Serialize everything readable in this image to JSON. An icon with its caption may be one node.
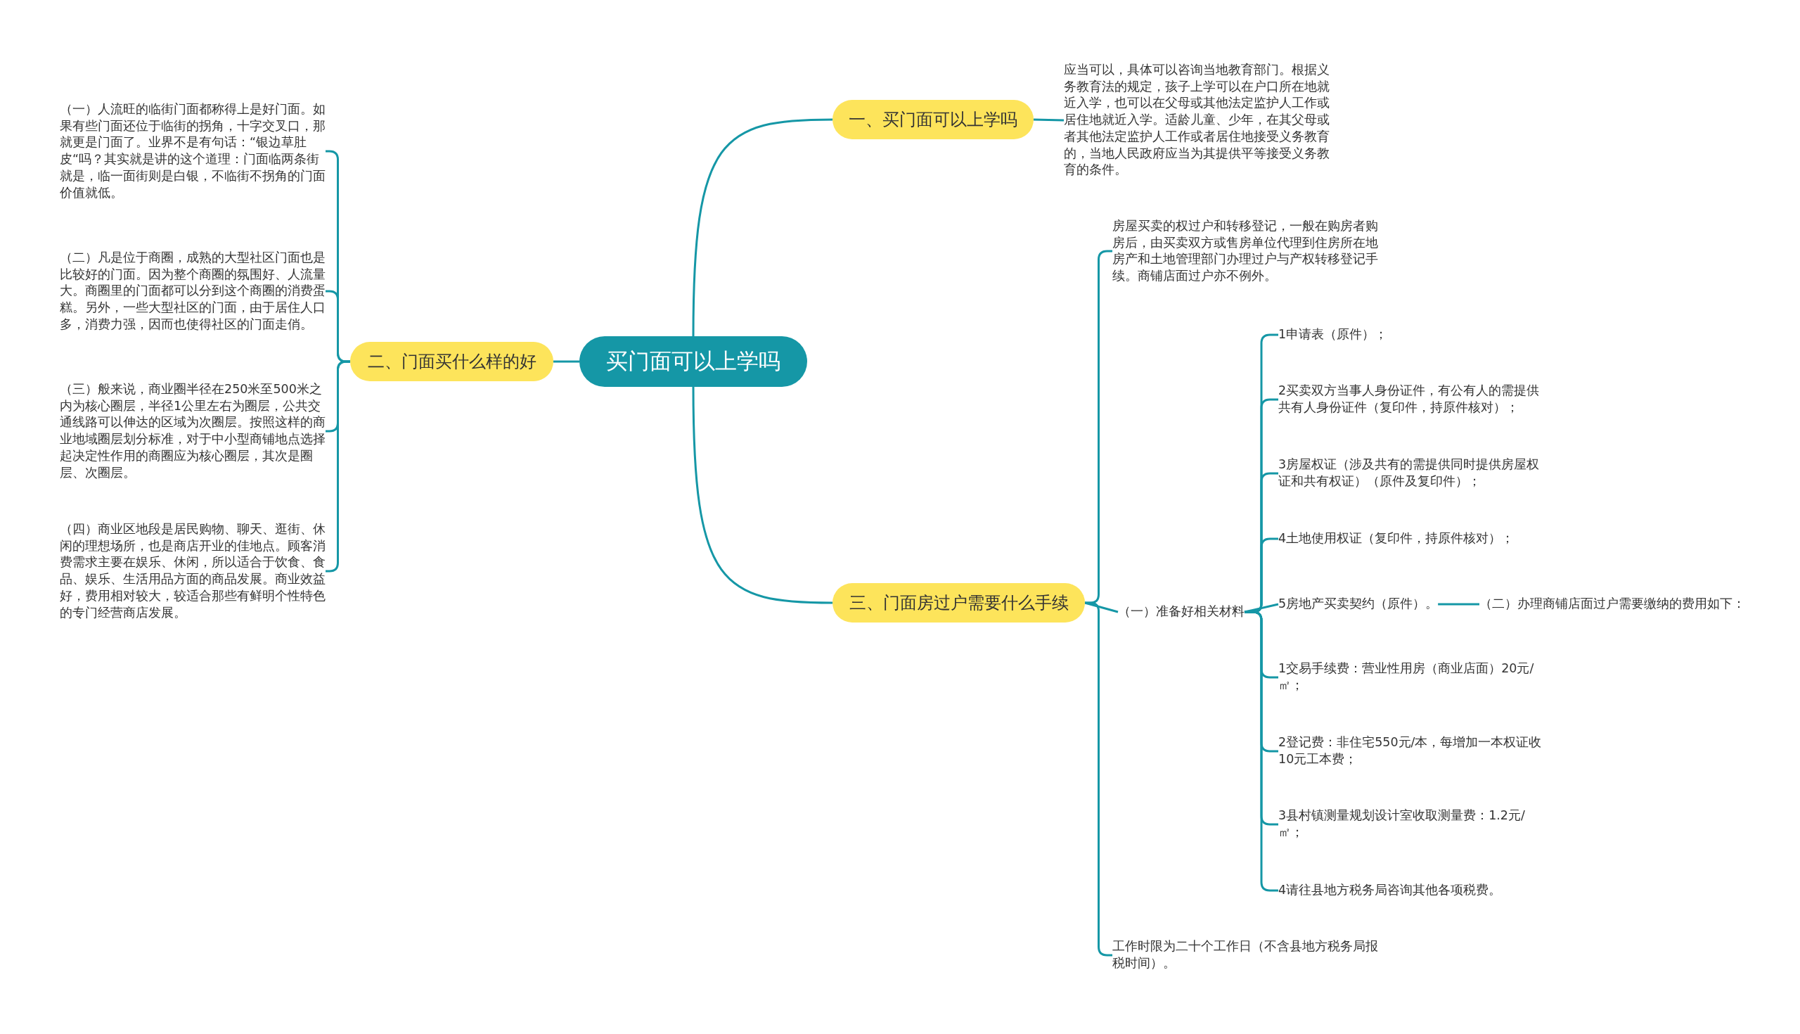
{
  "diagram": {
    "nodes": [
      {
        "text": [
          "买门面可以上学吗"
        ]
      },
      {
        "text": [
          "一、买门面可以上学吗"
        ]
      },
      {
        "text": [
          "应当可以，具体可以咨询当地教育部门。根据义务教育法的规定，孩子上学可以在户口所在地就近入学，也可以在父母或其他法定监护人工作或居住地就近入学。适龄儿童、少年，在其父母或者其他法定监护人工作或者居住地接受义务教育的，当地人民政府应当为其提供平等接受义务教育的条件。"
        ]
      },
      {
        "text": [
          "二、门面买什么样的好"
        ]
      },
      {
        "text": [
          "（一）人流旺的临街门面都称得上是好门面。如果有些门面还位于临街的拐角，十字交叉口，那就更是门面了。业界不是有句话：“银边草肚皮“吗？其实就是讲的这个道理：门面临两条街就是，临一面街则是白银，不临街不拐角的门面价值就低。"
        ]
      },
      {
        "text": [
          "（二）凡是位于商圈，成熟的大型社区门面也是比较好的门面。因为整个商圈的氛围好、人流量大。商圈里的门面都可以分到这个商圈的消费蛋糕。另外，一些大型社区的门面，由于居住人口多，消费力强，因而也使得社区的门面走俏。"
        ]
      },
      {
        "text": [
          "（三）般来说，商业圈半径在250米至500米之内为核心圈层，半径1公里左右为圈层，公共交通线路可以伸达的区域为次圈层。按照这样的商业地域圈层划分标准，对于中小型商铺地点选择起决定性作用的商圈应为核心圈层，其次是圈层、次圈层。"
        ]
      },
      {
        "text": [
          "（四）商业区地段是居民购物、聊天、逛街、休闲的理想场所，也是商店开业的佳地点。顾客消费需求主要在娱乐、休闲，所以适合于饮食、食品、娱乐、生活用品方面的商品发展。商业效益好，费用相对较大，较适合那些有鲜明个性特色的专门经营商店发展。"
        ]
      },
      {
        "text": [
          "三、门面房过户需要什么手续"
        ]
      },
      {
        "text": [
          "房屋买卖的权过户和转移登记，一般在购房者购房后，由买卖双方或售房单位代理到住房所在地房产和土地管理部门办理过户与产权转移登记手续。商铺店面过户亦不例外。"
        ]
      },
      {
        "text": [
          "（一）准备好相关材料"
        ]
      },
      {
        "text": [
          "1申请表（原件）；"
        ]
      },
      {
        "text": [
          "2买卖双方当事人身份证件，有公有人的需提供共有人身份证件（复印件，持原件核对）；"
        ]
      },
      {
        "text": [
          "3房屋权证（涉及共有的需提供同时提供房屋权证和共有权证）（原件及复印件）；"
        ]
      },
      {
        "text": [
          "4土地使用权证（复印件，持原件核对）；"
        ]
      },
      {
        "text": [
          "5房地产买卖契约（原件）。"
        ]
      },
      {
        "text": [
          "（二）办理商铺店面过户需要缴纳的费用如下："
        ]
      },
      {
        "text": [
          "1交易手续费：营业性用房（商业店面）20元/㎡；"
        ]
      },
      {
        "text": [
          "2登记费：非住宅550元/本，每增加一本权证收10元工本费；"
        ]
      },
      {
        "text": [
          "3县村镇测量规划设计室收取测量费：1.2元/㎡；"
        ]
      },
      {
        "text": [
          "4请往县地方税务局咨询其他各项税费。"
        ]
      },
      {
        "text": [
          "工作时限为二十个工作日（不含县地方税务局报税时间）。"
        ]
      }
    ],
    "edges": [
      {
        "from": 0,
        "to": 1,
        "arrow": "none"
      },
      {
        "from": 1,
        "to": 2,
        "arrow": "none"
      },
      {
        "from": 0,
        "to": 3,
        "arrow": "none"
      },
      {
        "from": 3,
        "to": 4,
        "arrow": "none"
      },
      {
        "from": 3,
        "to": 5,
        "arrow": "none"
      },
      {
        "from": 3,
        "to": 6,
        "arrow": "none"
      },
      {
        "from": 3,
        "to": 7,
        "arrow": "none"
      },
      {
        "from": 0,
        "to": 8,
        "arrow": "none"
      },
      {
        "from": 8,
        "to": 9,
        "arrow": "none"
      },
      {
        "from": 8,
        "to": 10,
        "arrow": "none"
      },
      {
        "from": 10,
        "to": 11,
        "arrow": "none"
      },
      {
        "from": 10,
        "to": 12,
        "arrow": "none"
      },
      {
        "from": 10,
        "to": 13,
        "arrow": "none"
      },
      {
        "from": 10,
        "to": 14,
        "arrow": "none"
      },
      {
        "from": 10,
        "to": 15,
        "arrow": "none"
      },
      {
        "from": 15,
        "to": 16,
        "arrow": "none"
      },
      {
        "from": 10,
        "to": 17,
        "arrow": "none"
      },
      {
        "from": 10,
        "to": 18,
        "arrow": "none"
      },
      {
        "from": 10,
        "to": 19,
        "arrow": "none"
      },
      {
        "from": 10,
        "to": 20,
        "arrow": "none"
      },
      {
        "from": 8,
        "to": 21,
        "arrow": "none"
      }
    ]
  }
}
